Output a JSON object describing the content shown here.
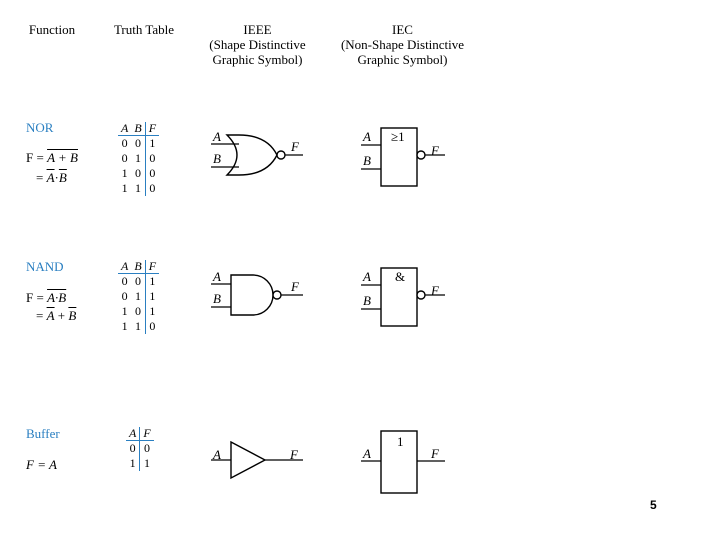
{
  "headers": {
    "function": "Function",
    "truth_table": "Truth Table",
    "ieee": "IEEE\n(Shape Distinctive\nGraphic Symbol)",
    "iec": "IEC\n(Non-Shape Distinctive\nGraphic Symbol)"
  },
  "rows": {
    "nor": {
      "name": "NOR",
      "eq1_lhs": "F = ",
      "eq1_rhs": "A + B",
      "eq2_lhs": "= ",
      "eq2_a": "A",
      "eq2_dot": "·",
      "eq2_b": "B",
      "tt_head": [
        "A",
        "B",
        "F"
      ],
      "tt_rows": [
        [
          "0",
          "0",
          "1"
        ],
        [
          "0",
          "1",
          "0"
        ],
        [
          "1",
          "0",
          "0"
        ],
        [
          "1",
          "1",
          "0"
        ]
      ],
      "ieee_in_a": "A",
      "ieee_in_b": "B",
      "ieee_out": "F",
      "iec_in_a": "A",
      "iec_in_b": "B",
      "iec_out": "F",
      "iec_symbol": "≥1"
    },
    "nand": {
      "name": "NAND",
      "eq1_lhs": "F = ",
      "eq1_rhs": "A·B",
      "eq2_lhs": "= ",
      "eq2_a": "A",
      "eq2_plus": " + ",
      "eq2_b": "B",
      "tt_head": [
        "A",
        "B",
        "F"
      ],
      "tt_rows": [
        [
          "0",
          "0",
          "1"
        ],
        [
          "0",
          "1",
          "1"
        ],
        [
          "1",
          "0",
          "1"
        ],
        [
          "1",
          "1",
          "0"
        ]
      ],
      "ieee_in_a": "A",
      "ieee_in_b": "B",
      "ieee_out": "F",
      "iec_in_a": "A",
      "iec_in_b": "B",
      "iec_out": "F",
      "iec_symbol": "&"
    },
    "buffer": {
      "name": "Buffer",
      "eq1": "F = A",
      "tt_head": [
        "A",
        "F"
      ],
      "tt_rows": [
        [
          "0",
          "0"
        ],
        [
          "1",
          "1"
        ]
      ],
      "ieee_in_a": "A",
      "ieee_out": "F",
      "iec_in_a": "A",
      "iec_out": "F",
      "iec_symbol": "1"
    }
  },
  "page_number": "5"
}
